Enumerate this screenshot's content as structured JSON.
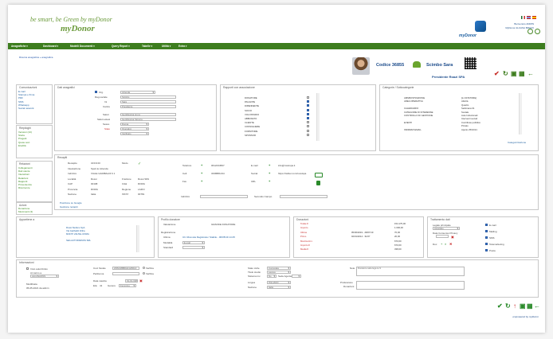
{
  "header": {
    "tagline": "be smart, be Green by myDonor",
    "logo": "myDonor",
    "brand": "myDonor",
    "user_line1": "Benvenuto ADMIN",
    "user_line2": "MyDonor ALCASA BRAVO"
  },
  "menu": [
    "Anagrafiche ▾",
    "Dashboard ▾",
    "Modelli Documenti ▾",
    "Query Report ▾",
    "Tabelle ▾",
    "Utilità ▾",
    "Extra ▾"
  ],
  "breadcrumb": "Ricerca anagrafica » anagrafica",
  "record": {
    "codice_label": "Codice",
    "codice": "36855",
    "name": "Scimbo Sara",
    "company": "Presidente Roazi SPA"
  },
  "sidebar": {
    "comunicazioni_title": "Comunicazioni",
    "comunicazioni": [
      "E-mail",
      "Stampa e firma",
      "PDF",
      "SMS",
      "Whatsapp",
      "Social network"
    ],
    "riepiloghi_title": "Riepiloghi",
    "riepiloghi": [
      "Versioni (13)",
      "Storia",
      "Progetti",
      "Quote soci",
      "Eredità"
    ],
    "relazioni_title": "Relazioni",
    "relazioni": [
      "Collegamenti",
      "Dati utente",
      "Interazioni",
      "Relazioni",
      "Rapporti",
      "Provenienza",
      "Ricorrenze"
    ],
    "azioni_title": "Azioni",
    "azioni": [
      "Donazione",
      "Movimenti (3)"
    ]
  },
  "dati_anagrafici": {
    "title": "Dati anagrafici",
    "fields": [
      {
        "label": "Org.",
        "value": "Azienda"
      },
      {
        "label": "Rag.sociale",
        "value": "Scimbo"
      },
      {
        "label": "Ini",
        "value": "Sara"
      },
      {
        "label": "Carica",
        "value": "Presidente"
      },
      {
        "label": "Saluti",
        "value": "Gentilissima sig.ra"
      },
      {
        "label": "Saluti estesi",
        "value": "Gentilissima Signora"
      },
      {
        "label": "Sesso",
        "value": "Donna"
      },
      {
        "label": "Stato",
        "value": "Operativo"
      },
      {
        "label": "",
        "value": "Verificato"
      }
    ]
  },
  "rapporti": {
    "title": "Rapporti con associazione",
    "items": [
      {
        "label": "DONATORE",
        "on": false
      },
      {
        "label": "PAGANTE",
        "on": true
      },
      {
        "label": "DIPENDENTE",
        "on": true
      },
      {
        "label": "SOCIO",
        "on": true
      },
      {
        "label": "VOLONTARIO",
        "on": true
      },
      {
        "label": "ABBONATO",
        "on": true
      },
      {
        "label": "CLIENTE",
        "on": false
      },
      {
        "label": "CONSIGLIERE",
        "on": false
      },
      {
        "label": "FORNITORE",
        "on": false
      },
      {
        "label": "SPONSOR",
        "on": false
      }
    ]
  },
  "categorie": {
    "title": "Categorie / Sottocategorie",
    "rows": [
      {
        "k": "AMMINISTRAZIONE",
        "v": "[in ASTATORE]"
      },
      {
        "k": "AREA OPERATIVA",
        "v": "Attività"
      },
      {
        "k": "",
        "v": "Quadro"
      },
      {
        "k": "CALENDARIO",
        "v": "Settimana 01"
      },
      {
        "k": "CATEGORIE DI INTERESSE",
        "v": "Sociale"
      },
      {
        "k": "CONTROLLO DI GESTIONE",
        "v": "Auto Istituzionali"
      },
      {
        "k": "",
        "v": "Interventi sociali"
      },
      {
        "k": "EVENTI",
        "v": "Contributo pubblico"
      },
      {
        "k": "",
        "v": "Privato"
      },
      {
        "k": "INDIRIZZI EMAIL",
        "v": "Aperto 25/10/21"
      }
    ],
    "action": "Categorizzazione"
  },
  "recapiti": {
    "title": "Recapiti",
    "left": [
      {
        "k": "Recapito",
        "v": "UFFICIO"
      },
      {
        "k": "Intestazione",
        "v": "Spett.le Azienda"
      },
      {
        "k": "Indirizzo",
        "v": "VIALE GARIBALDI 6 1"
      },
      {
        "k": "Località",
        "v": "Rossi"
      },
      {
        "k": "CAP",
        "v": "00198"
      },
      {
        "k": "Provincia",
        "v": "ROMA"
      },
      {
        "k": "Nazione",
        "v": "Italia"
      }
    ],
    "left2": [
      {
        "k": "Modo",
        "v": ""
      },
      {
        "k": "",
        "v": ""
      },
      {
        "k": "",
        "v": ""
      },
      {
        "k": "Frazione",
        "v": "Rossi SPA"
      },
      {
        "k": "Città",
        "v": "ROMA"
      },
      {
        "k": "Regione",
        "v": "LAZIO"
      },
      {
        "k": "ISTAT",
        "v": "00781"
      }
    ],
    "links": [
      "Posizione su Google",
      "Gestione recapiti"
    ],
    "contacts": [
      {
        "k": "Telefono",
        "v": "0612234567"
      },
      {
        "k": "Cell.",
        "v": "3338881234"
      },
      {
        "k": "Fax",
        "v": ""
      }
    ],
    "contacts2": [
      {
        "k": "E-mail",
        "v": "info@rossispa.it"
      },
      {
        "k": "Social",
        "v": "https://twitter.com/rossispa"
      },
      {
        "k": "URL",
        "v": ""
      }
    ],
    "indirizzo_label": "Indirizzo",
    "secondo_campo": "Secondo Campo"
  },
  "appartiene": {
    "title": "Appartiene a",
    "items": [
      "Rossi Stefano SpA",
      "Via Garibaldi 119/a",
      "MONTI VALTEL ROMA",
      "SEA AUTORIZZATA SRL"
    ]
  },
  "profilo": {
    "title": "Profilo donatore",
    "fields": [
      {
        "k": "Valutazione",
        "v": "GRANDE DONATORE"
      }
    ],
    "reg_title": "Registrazione",
    "reg": [
      {
        "k": "Ultima",
        "v": "Ult. Ricevuta Registrata / Stabile - 06/05/19 14:45"
      },
      {
        "k": "Modalità",
        "v": "E-mail"
      },
      {
        "k": "Standard",
        "v": ""
      }
    ]
  },
  "donazioni": {
    "title": "Donazioni",
    "rows": [
      {
        "k": "Totale €",
        "d": "",
        "v": "154.175,00"
      },
      {
        "k": "Importo",
        "d": "",
        "v": "1.000,00"
      },
      {
        "k": "Ultima",
        "d": "05/06/2019 - 28/07/19",
        "v": "70,00"
      },
      {
        "k": "Primo",
        "d": "02/01/2014 - 31/07",
        "v": "20,00"
      },
      {
        "k": "Movimenti n.",
        "d": "",
        "v": "670,00"
      },
      {
        "k": "Importo €",
        "d": "",
        "v": "670,00"
      },
      {
        "k": "Media €",
        "d": "",
        "v": "338,00"
      }
    ]
  },
  "trattamento": {
    "title": "Trattamento dati",
    "label1": "Legale principale",
    "value1": "Accettato",
    "label2": "Data Consenso Privacy",
    "value2": "",
    "doc": "Doc",
    "options": [
      {
        "label": "E-mail",
        "on": true
      },
      {
        "label": "Mailing",
        "on": true
      },
      {
        "label": "SMS",
        "on": true
      },
      {
        "label": "Telemarketing",
        "on": true
      },
      {
        "label": "Posta",
        "on": true
      }
    ]
  },
  "informazioni": {
    "title": "Informazioni",
    "col1": [
      {
        "k": "Invio autorizzato",
        "v": ""
      },
      {
        "k": "Al carico a",
        "v": ""
      },
      {
        "k": "",
        "v": "ALCASAONS"
      }
    ],
    "modifica": "Modificata",
    "modifica_date": "05-05-2021 da admin",
    "col2": [
      {
        "k": "Cod. fiscale",
        "v": "ZRSCMB80A41H501Z"
      },
      {
        "k": "Partita iva",
        "v": ""
      },
      {
        "k": "Data nascita",
        "v": "01-01-1980"
      },
      {
        "k": "Età",
        "v": "41"
      }
    ],
    "verifica": "Verifica",
    "gen_label": "Genere",
    "gen_value": "Femmina",
    "col3": [
      {
        "k": "Stato civile",
        "v": "Coniugata"
      },
      {
        "k": "Titolo studio",
        "v": "Laurea"
      },
      {
        "k": "Sistema inv.",
        "v": "No"
      },
      {
        "k": "Lingua",
        "v": "ITALIANO"
      },
      {
        "k": "Nazione",
        "v": "Italia"
      }
    ],
    "sede_agente": "Sede Agente",
    "note_label": "Note",
    "note_value": "Donatore sala lega te 9",
    "professione_label": "Professione",
    "donazioni_label": "Donazioni"
  },
  "footer": "empowered by myDonor",
  "colors": {
    "green": "#3d7d1e",
    "blue": "#1d5fa0",
    "red": "#c83030"
  }
}
